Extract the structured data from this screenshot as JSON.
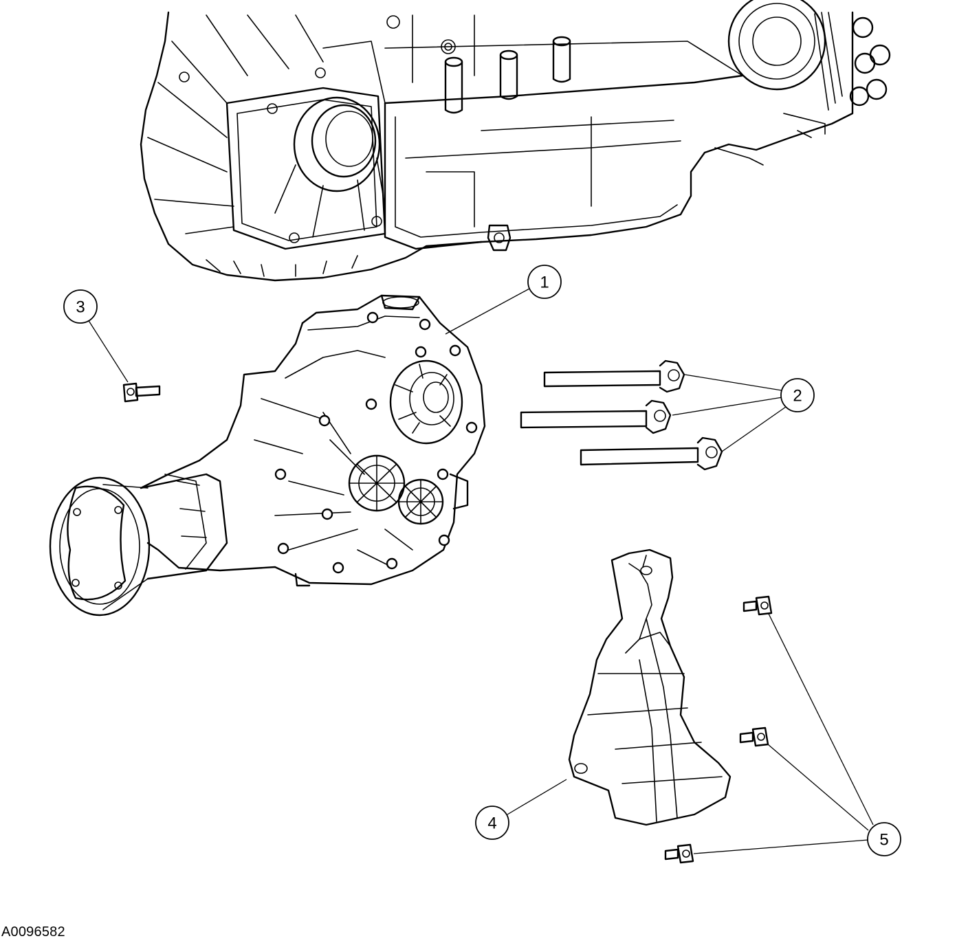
{
  "figure": {
    "id": "A0096582"
  },
  "callouts": [
    {
      "number": "1"
    },
    {
      "number": "2"
    },
    {
      "number": "3"
    },
    {
      "number": "4"
    },
    {
      "number": "5"
    }
  ]
}
